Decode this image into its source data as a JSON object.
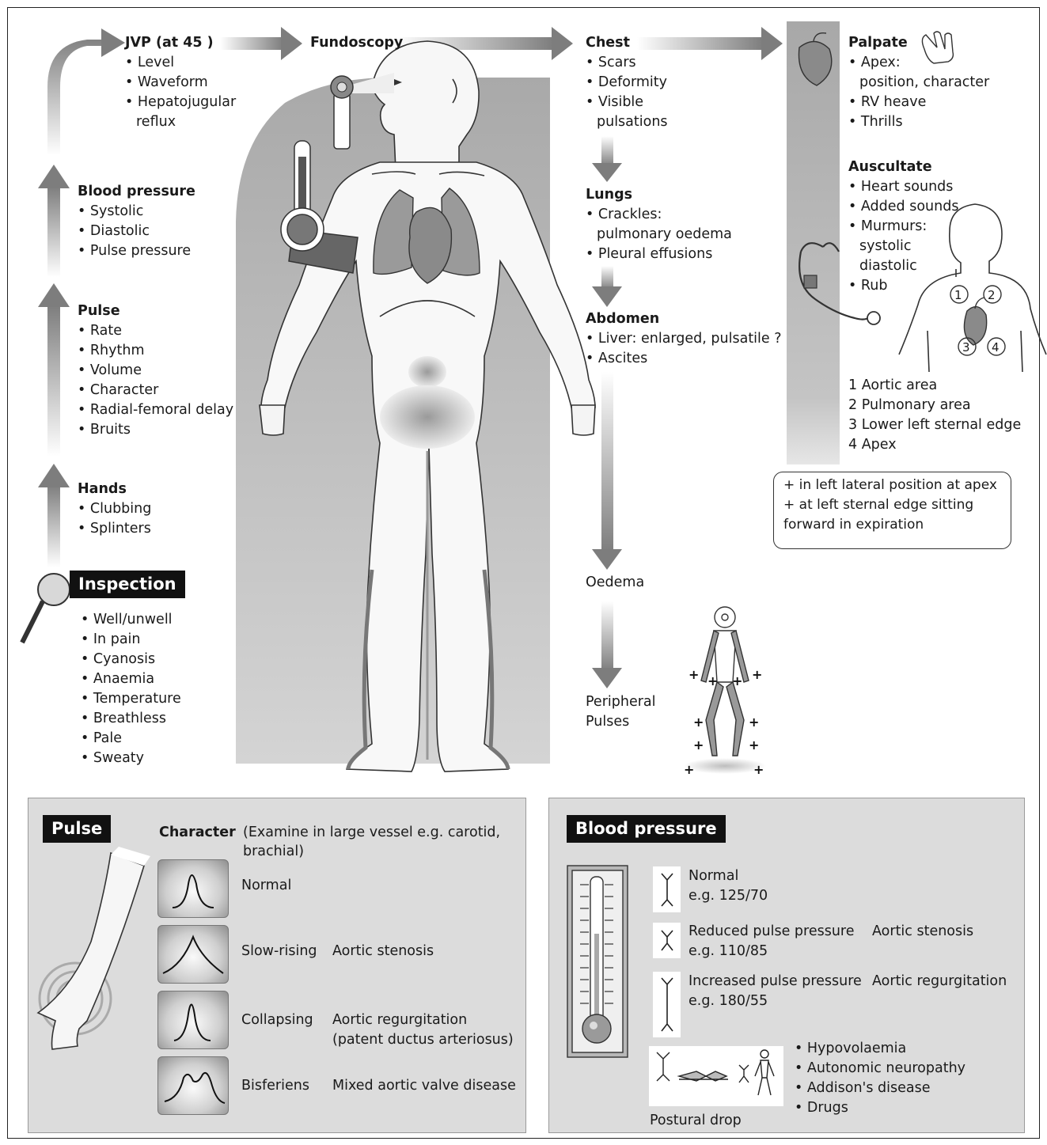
{
  "flow": {
    "jvp": {
      "heading": "JVP (at 45 )",
      "items": [
        "Level",
        "Waveform",
        "Hepatojugular"
      ],
      "cont": "reflux"
    },
    "fundoscopy": {
      "heading": "Fundoscopy"
    },
    "chest": {
      "heading": "Chest",
      "items": [
        "Scars",
        "Deformity",
        "Visible"
      ],
      "cont": "pulsations"
    },
    "lungs": {
      "heading": "Lungs",
      "items": [
        "Crackles:"
      ],
      "cont": "pulmonary oedema",
      "items2": [
        "Pleural effusions"
      ]
    },
    "abdomen": {
      "heading": "Abdomen",
      "items": [
        "Liver: enlarged, pulsatile ?",
        "Ascites"
      ]
    },
    "oedema": "Oedema",
    "peripheral": [
      "Peripheral",
      "Pulses"
    ],
    "blood_pressure": {
      "heading": "Blood pressure",
      "items": [
        "Systolic",
        "Diastolic",
        "Pulse pressure"
      ]
    },
    "pulse": {
      "heading": "Pulse",
      "items": [
        "Rate",
        "Rhythm",
        "Volume",
        "Character",
        "Radial-femoral delay",
        "Bruits"
      ]
    },
    "hands": {
      "heading": "Hands",
      "items": [
        "Clubbing",
        "Splinters"
      ]
    },
    "inspection": {
      "title": "Inspection",
      "items": [
        "Well/unwell",
        "In pain",
        "Cyanosis",
        "Anaemia",
        "Temperature",
        "Breathless",
        "Pale",
        "Sweaty"
      ]
    },
    "palpate": {
      "heading": "Palpate",
      "items": [
        "Apex:"
      ],
      "cont": "position, character",
      "items2": [
        "RV heave",
        "Thrills"
      ]
    },
    "auscultate": {
      "heading": "Auscultate",
      "items": [
        "Heart sounds",
        "Added sounds",
        "Murmurs:"
      ],
      "cont1": "systolic",
      "cont2": "diastolic",
      "items2": [
        "Rub"
      ]
    },
    "areas": [
      "1  Aortic area",
      "2  Pulmonary area",
      "3  Lower left sternal edge",
      "4  Apex"
    ],
    "area_numbers": [
      "1",
      "2",
      "3",
      "4"
    ],
    "note": [
      "+ in left lateral position at apex",
      "+ at left sternal edge sitting",
      "forward in expiration"
    ]
  },
  "pulse_panel": {
    "title": "Pulse",
    "character_label": "Character",
    "character_note": [
      "(Examine in large vessel e.g. carotid,",
      "brachial)"
    ],
    "rows": [
      {
        "name": "Normal",
        "condition": ""
      },
      {
        "name": "Slow-rising",
        "condition": "Aortic stenosis"
      },
      {
        "name": "Collapsing",
        "condition": "Aortic regurgitation",
        "condition2": "(patent ductus arteriosus)"
      },
      {
        "name": "Bisferiens",
        "condition": "Mixed aortic valve disease"
      }
    ]
  },
  "bp_panel": {
    "title": "Blood pressure",
    "rows": [
      {
        "name": "Normal",
        "example": "e.g. 125/70",
        "condition": ""
      },
      {
        "name": "Reduced pulse pressure",
        "example": "e.g. 110/85",
        "condition": "Aortic stenosis"
      },
      {
        "name": "Increased pulse pressure",
        "example": "e.g. 180/55",
        "condition": "Aortic regurgitation"
      }
    ],
    "postural_label": "Postural drop",
    "postural_causes": [
      "Hypovolaemia",
      "Autonomic neuropathy",
      "Addison's disease",
      "Drugs"
    ]
  },
  "colors": {
    "background": "#ffffff",
    "panel": "#dcdcdc",
    "tag": "#111111",
    "arrow": "#8a8a8a",
    "body_shade": "#b5b5b5"
  }
}
